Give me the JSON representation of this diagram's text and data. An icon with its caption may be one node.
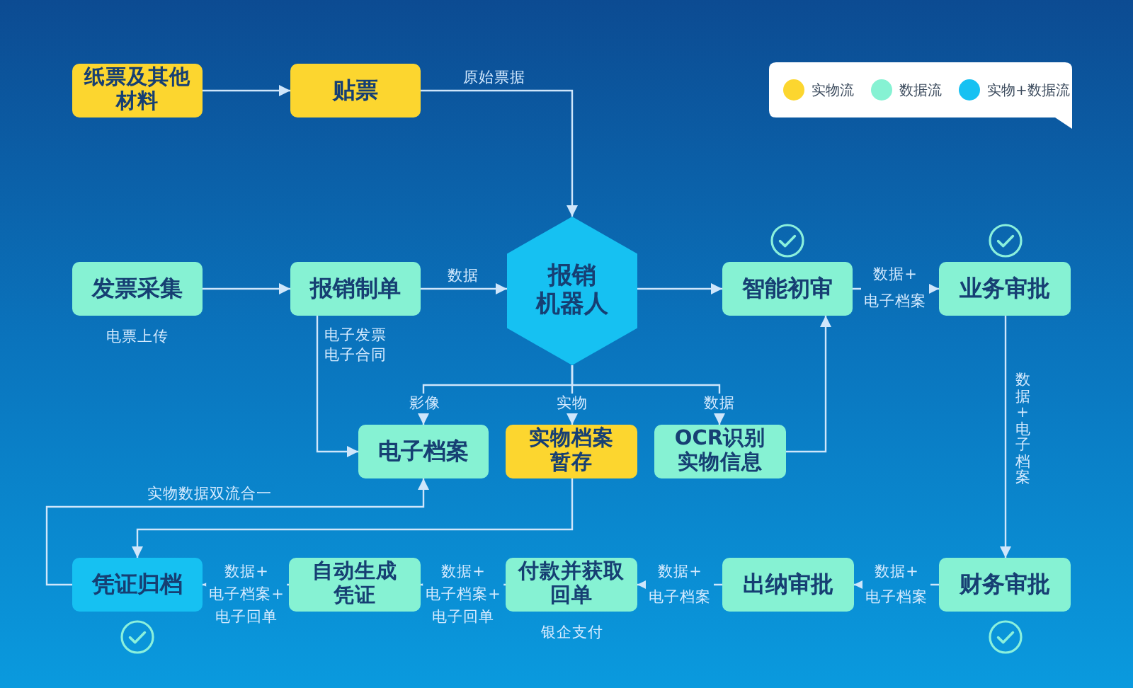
{
  "diagram": {
    "nodes": [
      {
        "text": [
          "纸票及其他材料"
        ]
      },
      {
        "text": [
          "贴票"
        ]
      },
      {
        "text": [
          "发票采集"
        ],
        "beside": [
          "电票上传"
        ]
      },
      {
        "text": [
          "报销制单"
        ]
      },
      {
        "text": [
          "报销机器人"
        ]
      },
      {
        "text": [
          "智能初审"
        ]
      },
      {
        "text": [
          "业务审批"
        ]
      },
      {
        "text": [
          "电子档案"
        ]
      },
      {
        "text": [
          "实物档案暂存"
        ]
      },
      {
        "text": [
          "OCR识别实物信息"
        ]
      },
      {
        "text": [
          "凭证归档"
        ]
      },
      {
        "text": [
          "自动生成凭证"
        ]
      },
      {
        "text": [
          "付款并获取回单"
        ],
        "beside": [
          "银企支付"
        ]
      },
      {
        "text": [
          "出纳审批"
        ]
      },
      {
        "text": [
          "财务审批"
        ]
      }
    ],
    "edges": [
      {
        "from": 0,
        "to": 1,
        "arrow": "to"
      },
      {
        "from": 1,
        "to": 4,
        "arrow": "to",
        "label": "原始票据"
      },
      {
        "from": 2,
        "to": 3,
        "arrow": "to"
      },
      {
        "from": 3,
        "to": 4,
        "arrow": "to",
        "label": "数据"
      },
      {
        "from": 3,
        "to": 7,
        "arrow": "to",
        "label": "电子发票电子合同"
      },
      {
        "from": 4,
        "to": 7,
        "arrow": "to",
        "label": "影像"
      },
      {
        "from": 4,
        "to": 8,
        "arrow": "to",
        "label": "实物"
      },
      {
        "from": 4,
        "to": 9,
        "arrow": "to",
        "label": "数据"
      },
      {
        "from": 4,
        "to": 5,
        "arrow": "to"
      },
      {
        "from": 9,
        "to": 5,
        "arrow": "to"
      },
      {
        "from": 5,
        "to": 6,
        "arrow": "to",
        "label": "数据+电子档案"
      },
      {
        "from": 6,
        "to": 14,
        "arrow": "to",
        "label": "数据+电子档案"
      },
      {
        "from": 14,
        "to": 13,
        "arrow": "to",
        "label": "数据+电子档案"
      },
      {
        "from": 13,
        "to": 12,
        "arrow": "to",
        "label": "数据+电子档案"
      },
      {
        "from": 12,
        "to": 11,
        "arrow": "to",
        "label": "数据+电子档案+电子回单"
      },
      {
        "from": 11,
        "to": 10,
        "arrow": "to",
        "label": "数据+电子档案+电子回单"
      },
      {
        "from": 8,
        "to": 10,
        "arrow": "to"
      },
      {
        "from": 10,
        "to": 7,
        "arrow": "to",
        "label": "实物数据双流合一"
      }
    ],
    "legend": [
      {
        "text": "实物流",
        "color": "#fcd62f"
      },
      {
        "text": "数据流",
        "color": "#86f2d3"
      },
      {
        "text": "实物+数据流",
        "color": "#16c1f2"
      }
    ]
  }
}
